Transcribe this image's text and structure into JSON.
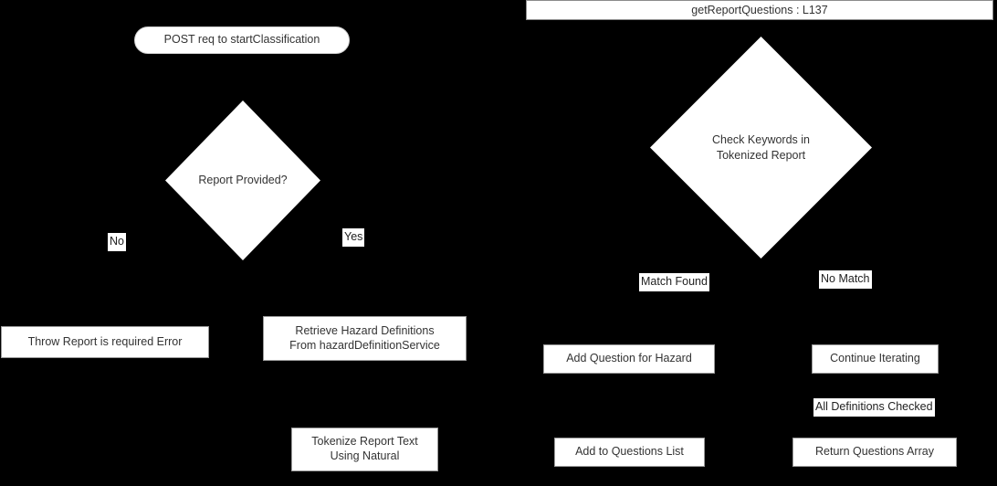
{
  "diagram": {
    "title": "getReportQuestions : L137",
    "background_color": "#000000",
    "node_fill_color": "#ffffff",
    "node_text_color": "#333333"
  },
  "left_flow": {
    "start_node": "POST req to startClassification",
    "decision": "Report Provided?",
    "branch_no_label": "No",
    "branch_yes_label": "Yes",
    "error_node": "Throw Report is required Error",
    "retrieve_node": "Retrieve Hazard Definitions\nFrom hazardDefinitionService",
    "tokenize_node": "Tokenize Report Text\nUsing Natural"
  },
  "right_flow": {
    "decision": "Check Keywords in\nTokenized Report",
    "branch_match_label": "Match Found",
    "branch_no_match_label": "No Match",
    "add_question_node": "Add Question for Hazard",
    "continue_node": "Continue Iterating",
    "all_checked_label": "All Definitions Checked",
    "add_to_list_node": "Add to Questions List",
    "return_node": "Return Questions Array"
  }
}
